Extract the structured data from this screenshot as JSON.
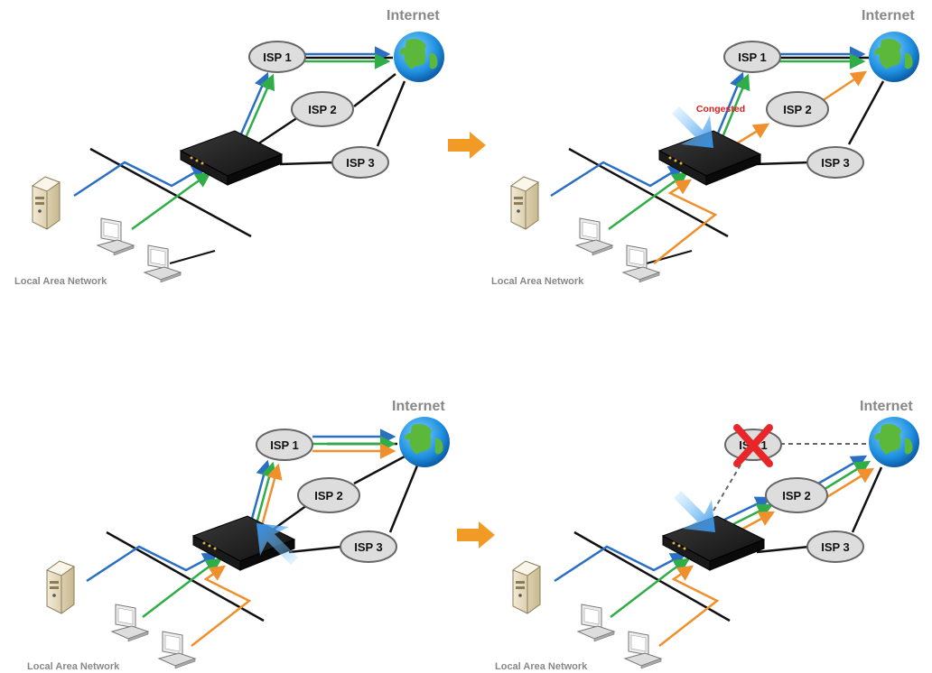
{
  "colors": {
    "blue": "#2a6fc4",
    "green": "#2fae47",
    "orange": "#f0902c",
    "black": "#111111",
    "isp_fill": "#dddddd",
    "isp_stroke": "#666666",
    "label_gray": "#888888",
    "congested_red": "#e02020",
    "x_red": "#e8262a",
    "step_arrow": "#f29a26"
  },
  "icons": [
    "globe-icon",
    "router-icon",
    "server-icon",
    "desktop-icon",
    "x-mark-icon",
    "pointer-arrow-icon",
    "step-arrow-icon"
  ],
  "panels": [
    {
      "internet_label": "Internet",
      "isps": [
        "ISP 1",
        "ISP 2",
        "ISP 3"
      ],
      "lan_label": "Local Area Network"
    },
    {
      "internet_label": "Internet",
      "isps": [
        "ISP 1",
        "ISP 2",
        "ISP 3"
      ],
      "lan_label": "Local Area Network",
      "callout": "Congested"
    },
    {
      "internet_label": "Internet",
      "isps": [
        "ISP 1",
        "ISP 2",
        "ISP 3"
      ],
      "lan_label": "Local Area Network"
    },
    {
      "internet_label": "Internet",
      "isps": [
        "ISP 1",
        "ISP 2",
        "ISP 3"
      ],
      "lan_label": "Local Area Network"
    }
  ]
}
